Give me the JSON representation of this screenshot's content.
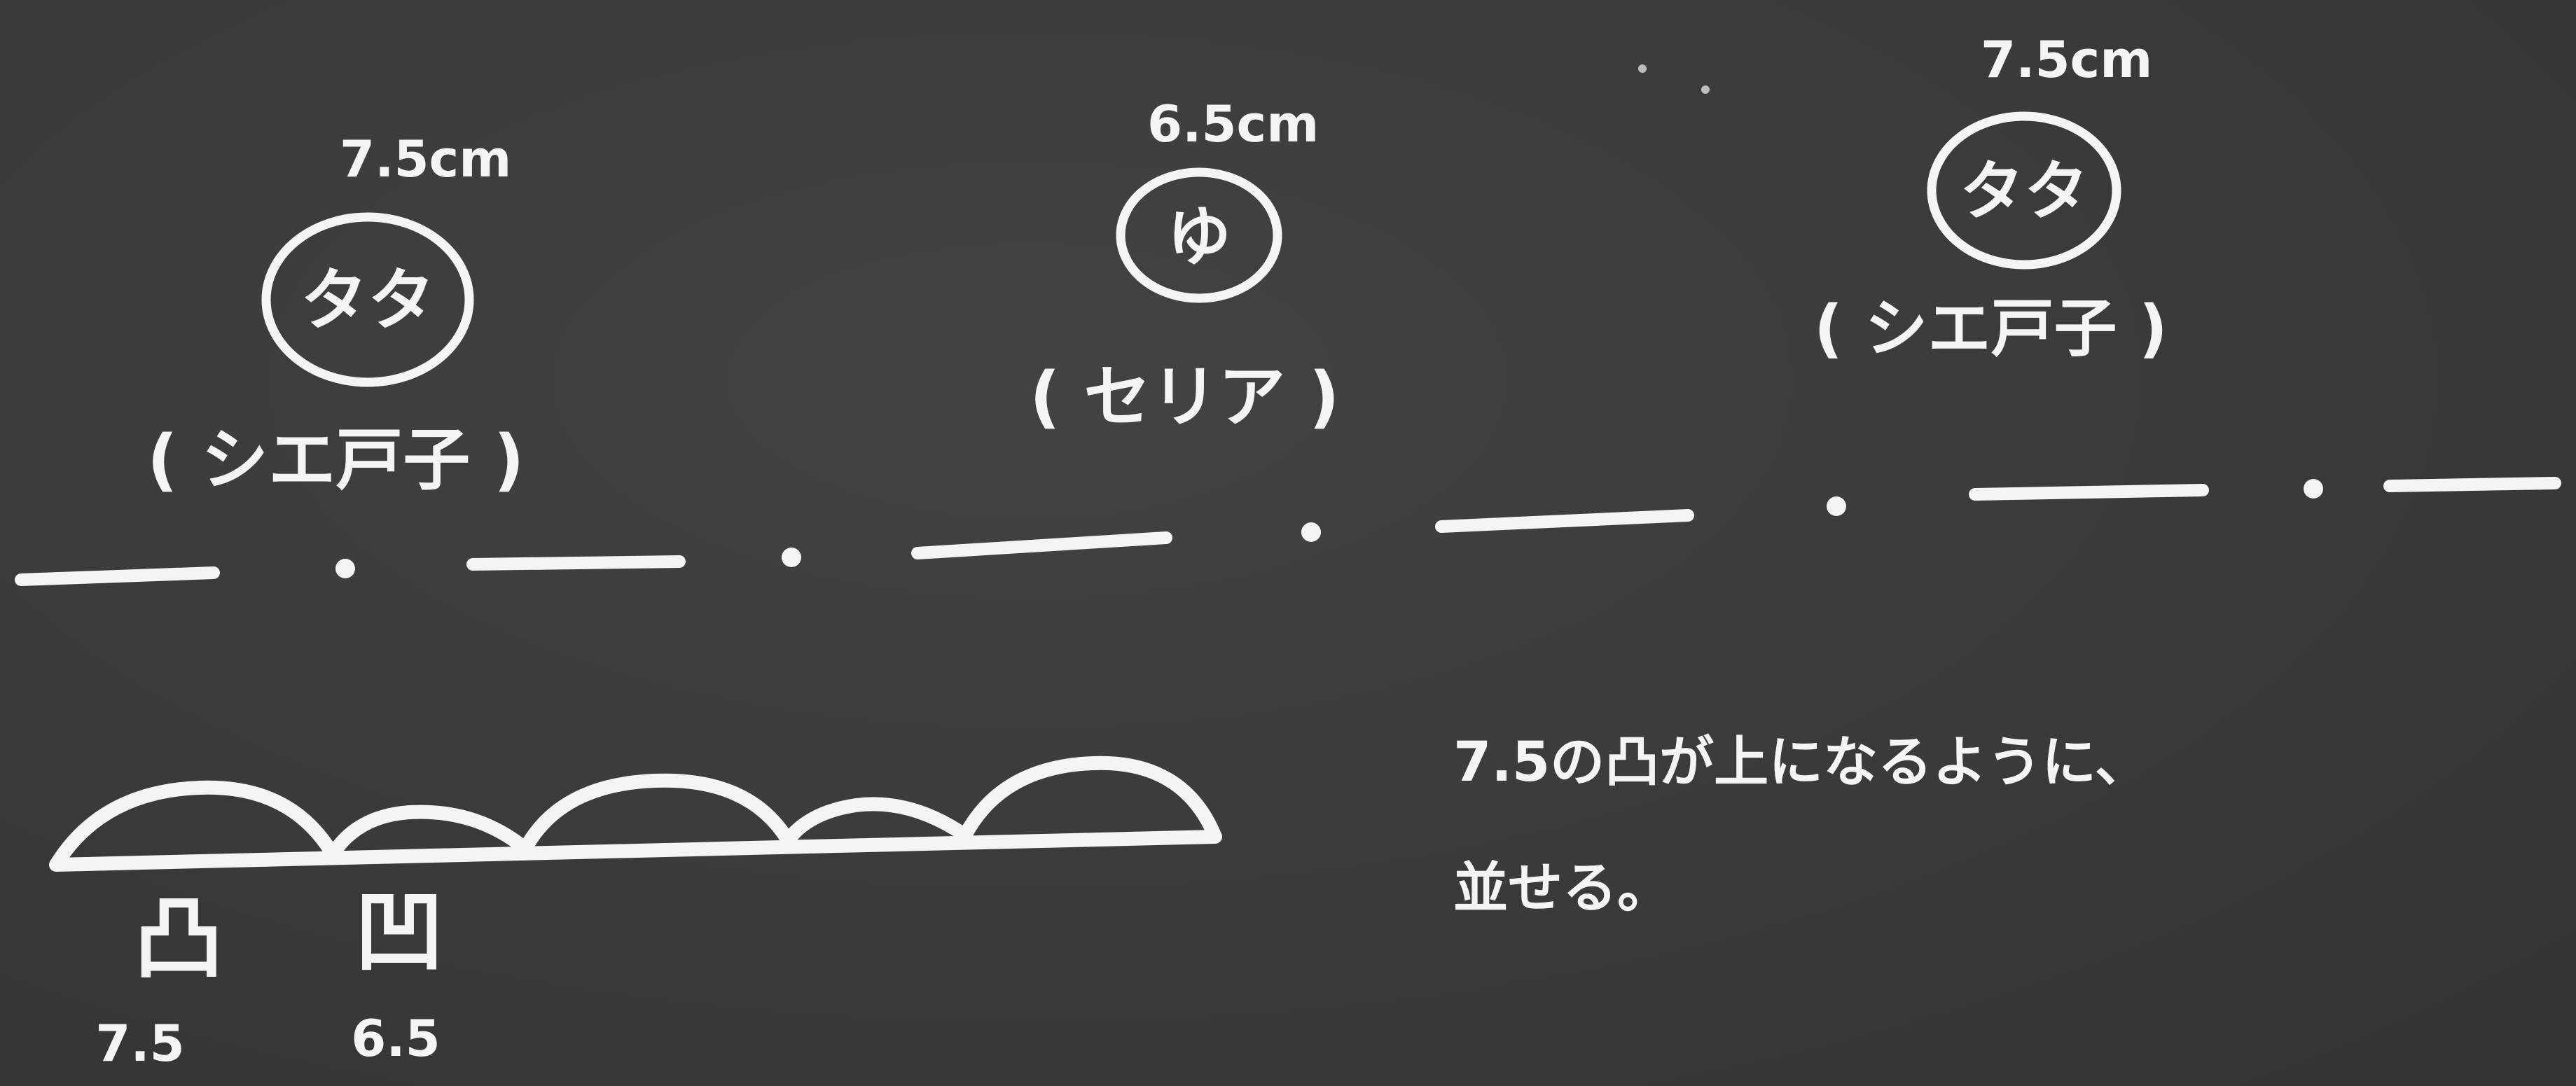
{
  "items": [
    {
      "size": "7.5cm",
      "name": "タタ",
      "maker": "( シエ戸子 )"
    },
    {
      "size": "6.5cm",
      "name": "ゆ",
      "maker": "( セリア )"
    },
    {
      "size": "7.5cm",
      "name": "タタ",
      "maker": "( シエ戸子 )"
    }
  ],
  "legend": {
    "convex": {
      "symbol": "凸",
      "value": "7.5"
    },
    "concave": {
      "symbol": "凹",
      "value": "6.5"
    }
  },
  "note": {
    "line1": "7.5の凸が上になるように、",
    "line2": "並せる。"
  }
}
